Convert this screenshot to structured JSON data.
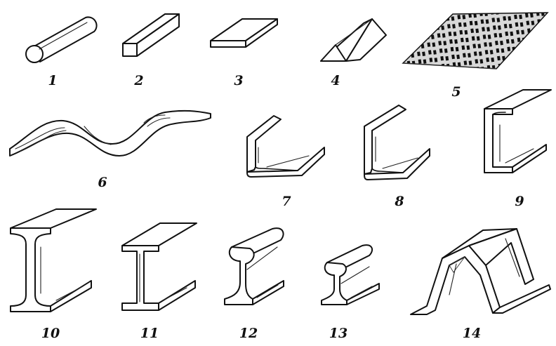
{
  "figure": {
    "labels": [
      "1",
      "2",
      "3",
      "4",
      "5",
      "6",
      "7",
      "8",
      "9",
      "10",
      "11",
      "12",
      "13",
      "14"
    ]
  }
}
